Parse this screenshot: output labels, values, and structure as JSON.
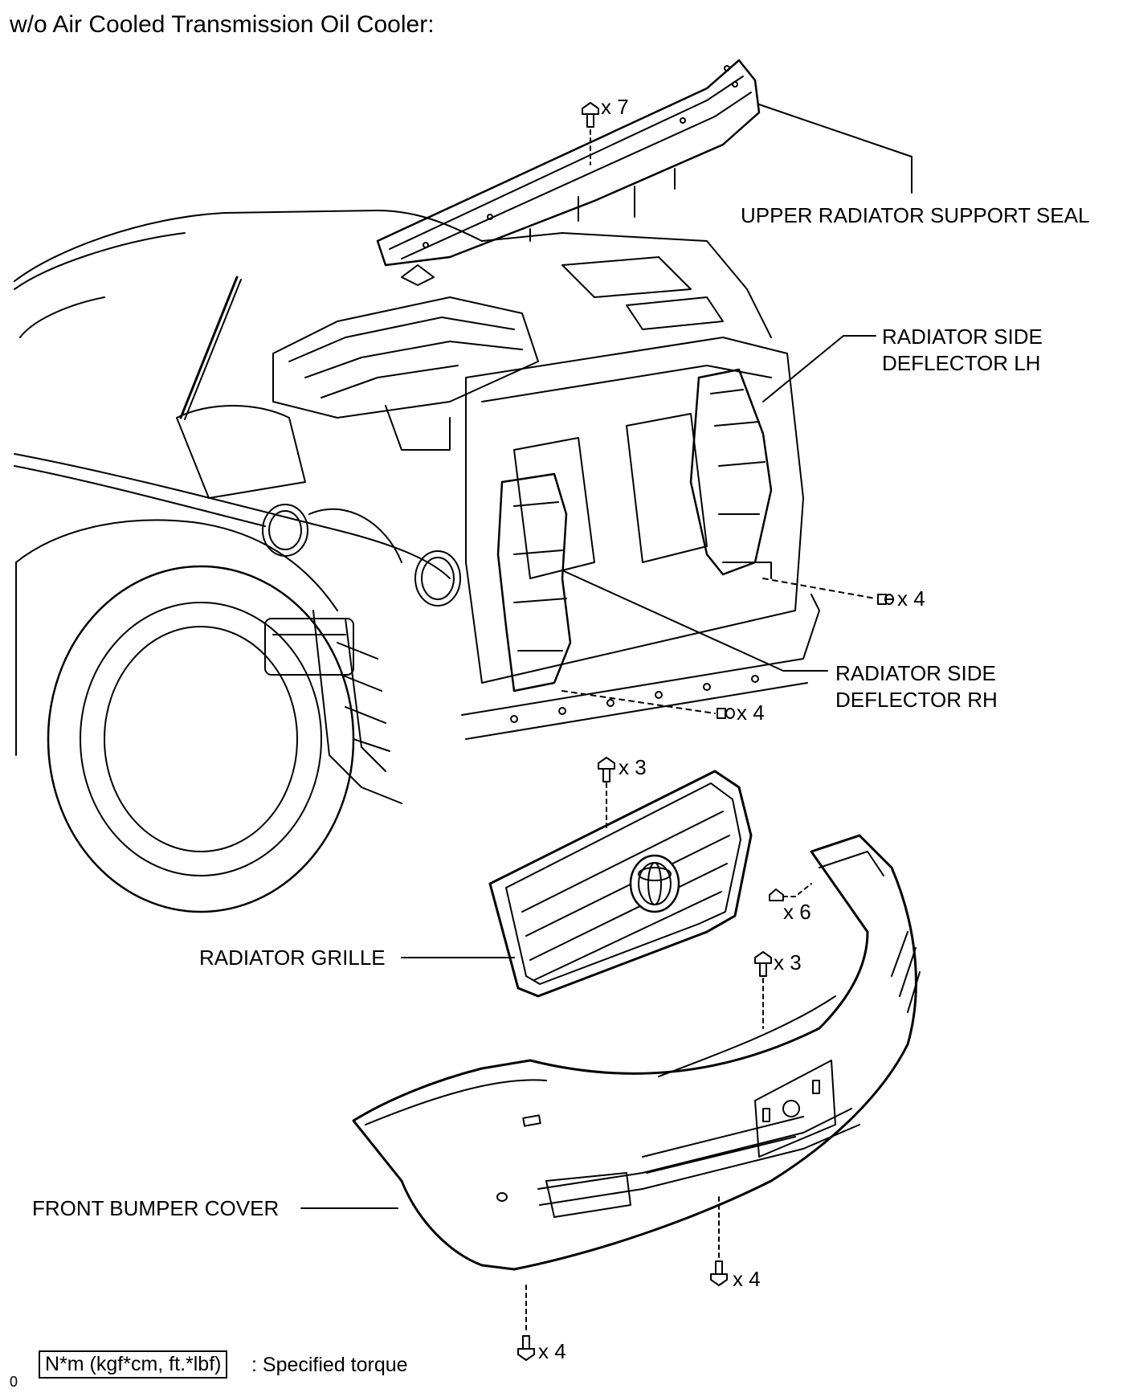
{
  "heading": "w/o Air Cooled Transmission Oil Cooler:",
  "parts": {
    "upper_radiator_support_seal": "UPPER RADIATOR SUPPORT SEAL",
    "radiator_side_deflector_lh": [
      "RADIATOR SIDE",
      "DEFLECTOR LH"
    ],
    "radiator_side_deflector_rh": [
      "RADIATOR SIDE",
      "DEFLECTOR RH"
    ],
    "radiator_grille": "RADIATOR GRILLE",
    "front_bumper_cover": "FRONT BUMPER COVER"
  },
  "fasteners": {
    "seal_bolts": "x 7",
    "lh_deflector_clips": "x 4",
    "rh_deflector_clips": "x 4",
    "grille_screws": "x 3",
    "bumper_side_screws": "x 6",
    "bumper_top_screws": "x 3",
    "bumper_lower_screws": "x 4",
    "bumper_bottom_screws": "x 4"
  },
  "legend": {
    "torque_box": "N*m (kgf*cm, ft.*lbf)",
    "torque_text": ": Specified torque"
  },
  "footer_number": "0"
}
